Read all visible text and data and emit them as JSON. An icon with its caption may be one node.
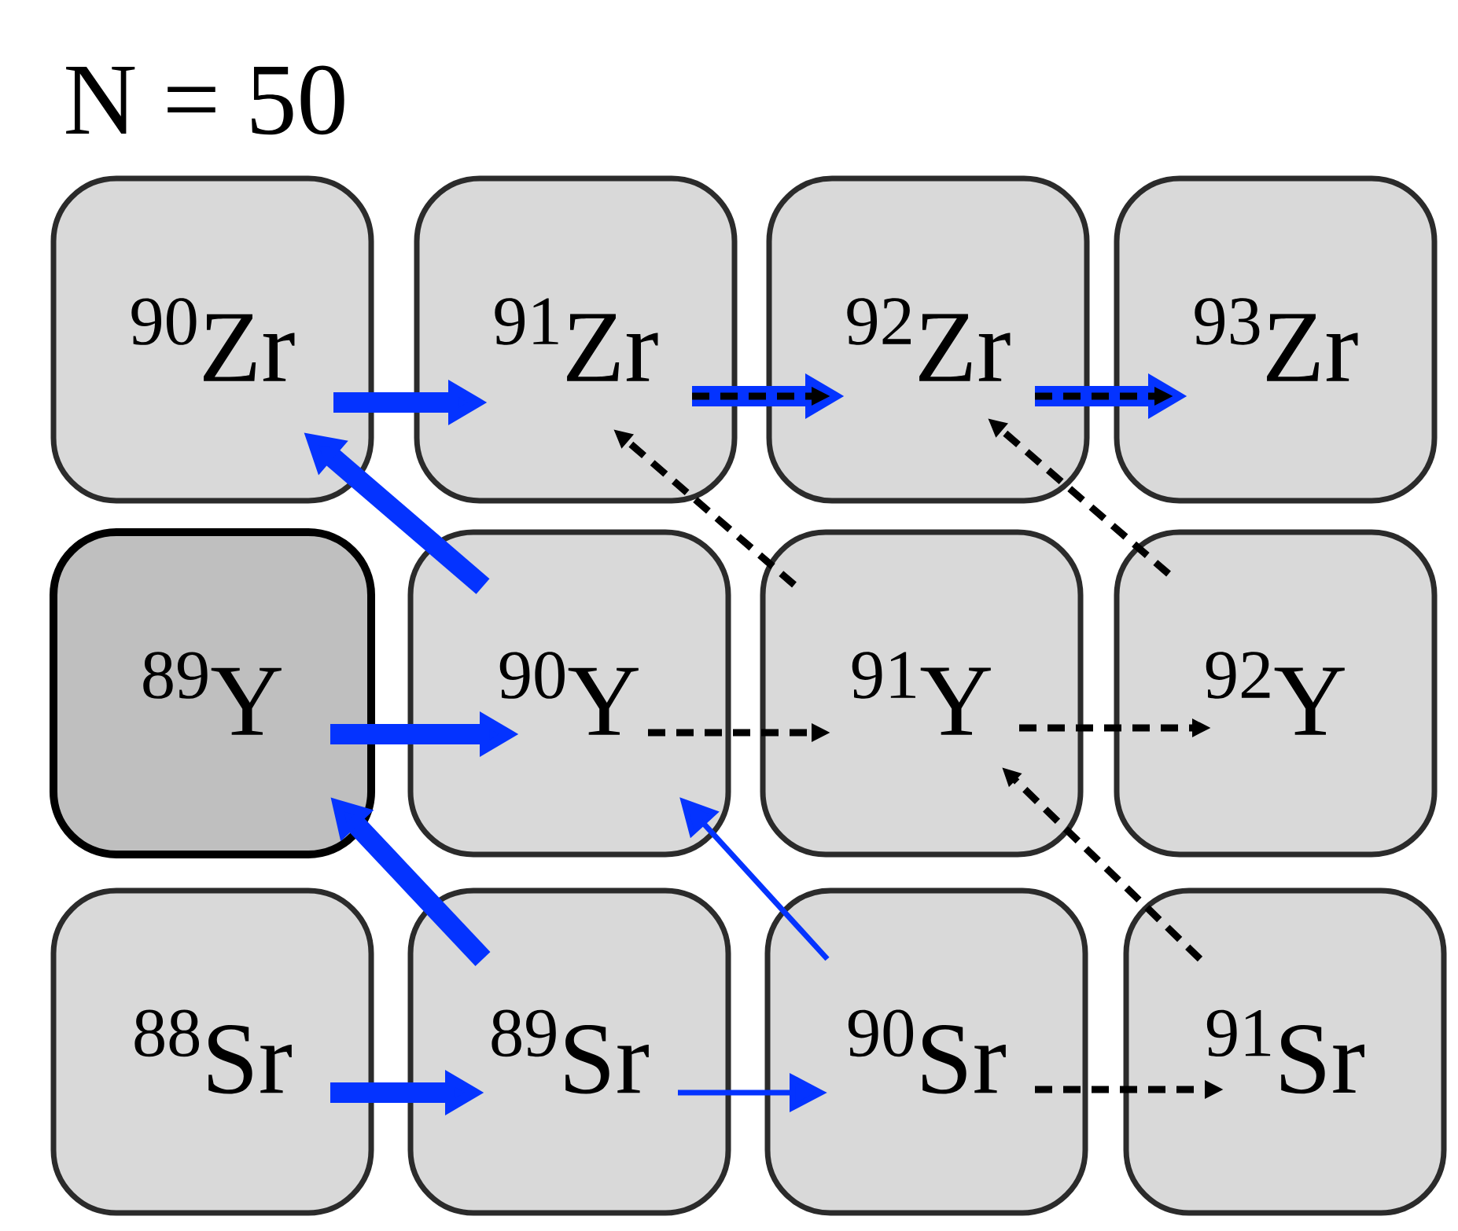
{
  "diagram": {
    "title": "N = 50",
    "nodes": [
      {
        "text": [
          "$^{90}$Zr"
        ]
      },
      {
        "text": [
          "$^{91}$Zr"
        ]
      },
      {
        "text": [
          "$^{92}$Zr"
        ]
      },
      {
        "text": [
          "$^{93}$Zr"
        ]
      },
      {
        "text": [
          "$^{89}$Y"
        ]
      },
      {
        "text": [
          "$^{90}$Y"
        ]
      },
      {
        "text": [
          "$^{91}$Y"
        ]
      },
      {
        "text": [
          "$^{92}$Y"
        ]
      },
      {
        "text": [
          "$^{88}$Sr"
        ]
      },
      {
        "text": [
          "$^{89}$Sr"
        ]
      },
      {
        "text": [
          "$^{90}$Sr"
        ]
      },
      {
        "text": [
          "$^{91}$Sr"
        ]
      }
    ],
    "edges": [
      {
        "from": 0,
        "to": 1,
        "arrow": "to",
        "style": "thick"
      },
      {
        "from": 1,
        "to": 2,
        "arrow": "to",
        "style": "thick"
      },
      {
        "from": 1,
        "to": 2,
        "arrow": "to",
        "style": "dashed",
        "color": "#000000"
      },
      {
        "from": 2,
        "to": 3,
        "arrow": "to",
        "style": "thick"
      },
      {
        "from": 2,
        "to": 3,
        "arrow": "to",
        "style": "dashed",
        "color": "#000000"
      },
      {
        "from": 5,
        "to": 0,
        "arrow": "to",
        "style": "thick"
      },
      {
        "from": 6,
        "to": 1,
        "arrow": "to",
        "style": "dashed",
        "color": "#000000"
      },
      {
        "from": 7,
        "to": 2,
        "arrow": "to",
        "style": "dashed",
        "color": "#000000"
      },
      {
        "from": 4,
        "to": 5,
        "arrow": "to",
        "style": "thick"
      },
      {
        "from": 5,
        "to": 6,
        "arrow": "to",
        "style": "dashed",
        "color": "#000000"
      },
      {
        "from": 6,
        "to": 7,
        "arrow": "to",
        "style": "dashed",
        "color": "#000000"
      },
      {
        "from": 9,
        "to": 4,
        "arrow": "to",
        "style": "thick"
      },
      {
        "from": 10,
        "to": 5,
        "arrow": "to"
      },
      {
        "from": 11,
        "to": 6,
        "arrow": "to",
        "style": "dashed",
        "color": "#000000"
      },
      {
        "from": 8,
        "to": 9,
        "arrow": "to",
        "style": "thick"
      },
      {
        "from": 9,
        "to": 10,
        "arrow": "to"
      },
      {
        "from": 10,
        "to": 11,
        "arrow": "to",
        "style": "dashed",
        "color": "#000000"
      }
    ]
  }
}
